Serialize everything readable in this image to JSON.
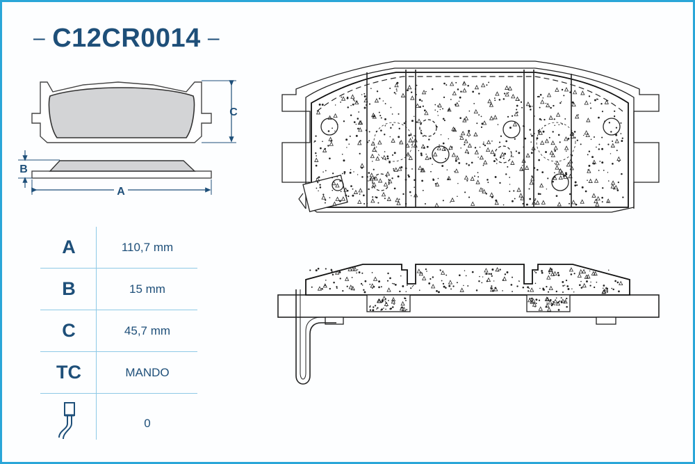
{
  "header": {
    "part_number": "C12CR0014",
    "dash_left": "–",
    "dash_right": "–"
  },
  "dimension_labels": {
    "a": "A",
    "b": "B",
    "c": "C"
  },
  "specs": [
    {
      "key": "A",
      "value": "110,7 mm"
    },
    {
      "key": "B",
      "value": "15 mm"
    },
    {
      "key": "C",
      "value": "45,7 mm"
    },
    {
      "key": "TC",
      "value": "MANDO"
    },
    {
      "key_icon": "wear-sensor-icon",
      "value": "0"
    }
  ],
  "colors": {
    "border": "#2aa6d8",
    "text": "#1e4f79",
    "pad_fill": "#d3d4d6",
    "drawing": "#1a1a1a"
  }
}
